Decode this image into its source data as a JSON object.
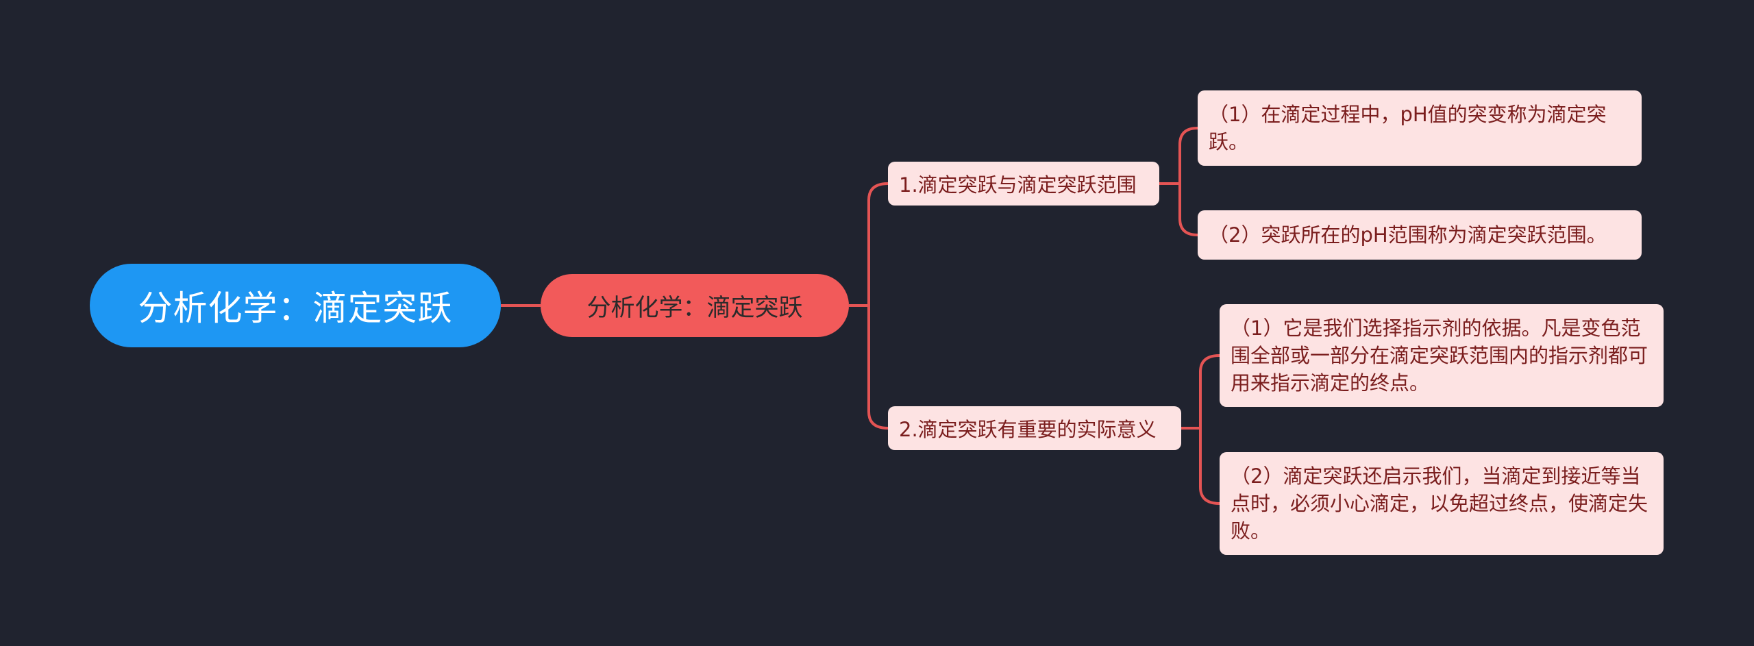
{
  "root": {
    "label": "分析化学：滴定突跃"
  },
  "main": {
    "label": "分析化学：滴定突跃",
    "branches": [
      {
        "label": "1.滴定突跃与滴定突跃范围",
        "leaves": [
          "（1）在滴定过程中，pH值的突变称为滴定突跃。",
          "（2）突跃所在的pH范围称为滴定突跃范围。"
        ]
      },
      {
        "label": "2.滴定突跃有重要的实际意义",
        "leaves": [
          "（1）它是我们选择指示剂的依据。凡是变色范围全部或一部分在滴定突跃范围内的指示剂都可用来指示滴定的终点。",
          "（2）滴定突跃还启示我们，当滴定到接近等当点时，必须小心滴定，以免超过终点，使滴定失败。"
        ]
      }
    ]
  },
  "colors": {
    "background": "#20232f",
    "root": "#1e97f3",
    "main": "#f25a5a",
    "leaf": "#fde3e3",
    "line": "#e45454"
  }
}
